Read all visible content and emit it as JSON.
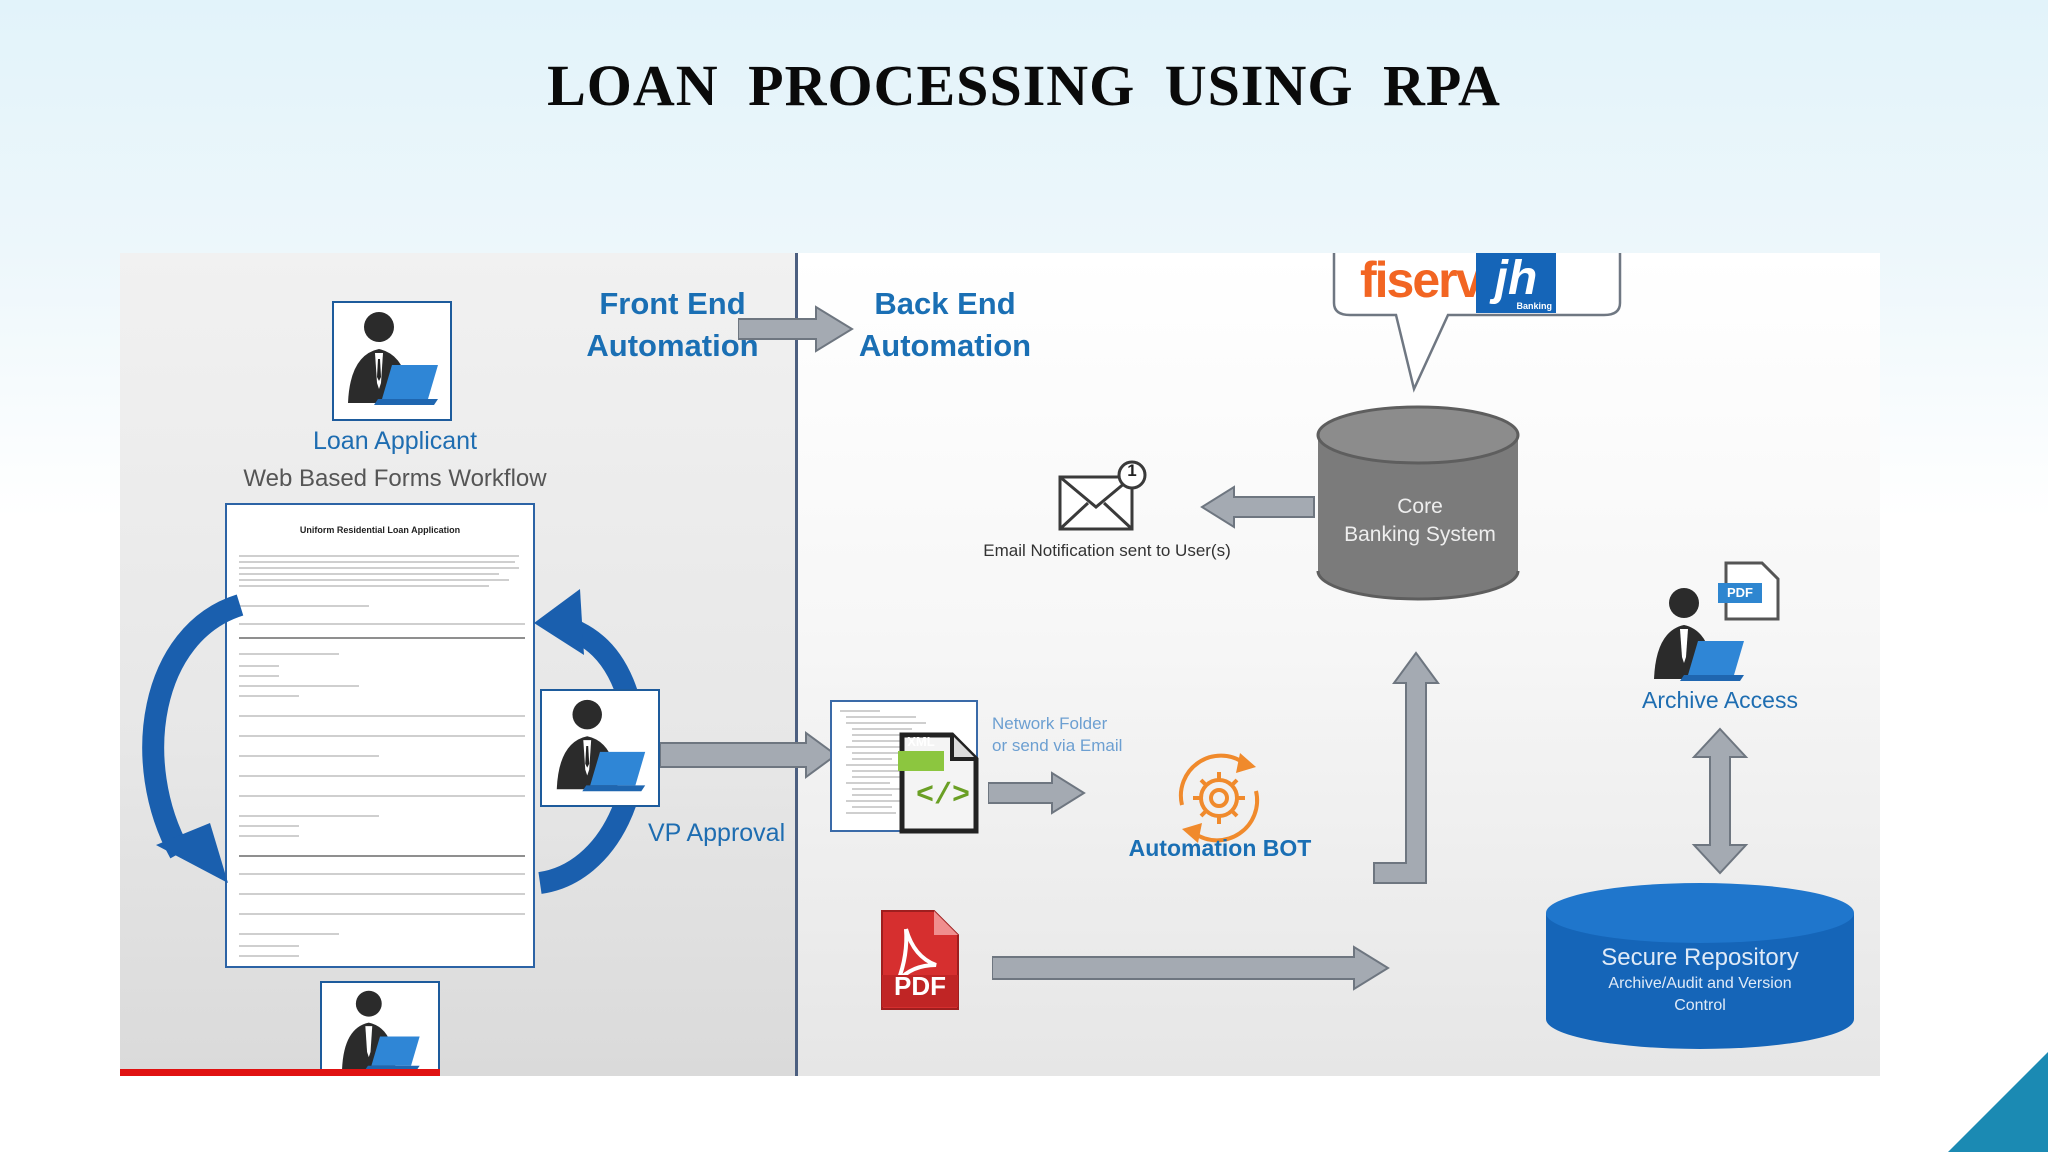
{
  "title": "LOAN  PROCESSING  USING RPA",
  "left": {
    "front_end_line1": "Front End",
    "front_end_line2": "Automation",
    "loan_applicant": "Loan Applicant",
    "web_forms": "Web Based Forms Workflow",
    "doc_title": "Uniform Residential Loan Application",
    "vp_approval": "VP Approval"
  },
  "right": {
    "back_end_line1": "Back End",
    "back_end_line2": "Automation",
    "vendor_fiserv": "fiserv.",
    "vendor_jh": "jh",
    "vendor_jh_sub": "Banking",
    "core_line1": "Core",
    "core_line2": "Banking System",
    "email_badge": "1",
    "email_caption": "Email Notification sent to User(s)",
    "xml_badge": "XML",
    "xml_code": "</>",
    "network_line1": "Network Folder",
    "network_line2": "or send via Email",
    "bot_label": "Automation BOT",
    "archive_label": "Archive Access",
    "pdf_small": "PDF",
    "pdf_big": "PDF",
    "repo_line1": "Secure Repository",
    "repo_line2": "Archive/Audit and Version",
    "repo_line3": "Control"
  },
  "colors": {
    "accent_blue": "#1a6fb4",
    "repo_blue": "#1565b8",
    "cylinder_gray": "#7b7b7b",
    "arrow_gray": "#9aa0a8",
    "flow_blue": "#1a5fae",
    "fiserv_orange": "#f26522",
    "pdf_red": "#d62f2f",
    "bot_orange": "#f08a2c"
  },
  "icons": [
    "person-laptop-icon",
    "email-envelope-icon",
    "xml-file-icon",
    "gear-bot-icon",
    "pdf-file-icon",
    "database-cylinder-icon"
  ]
}
